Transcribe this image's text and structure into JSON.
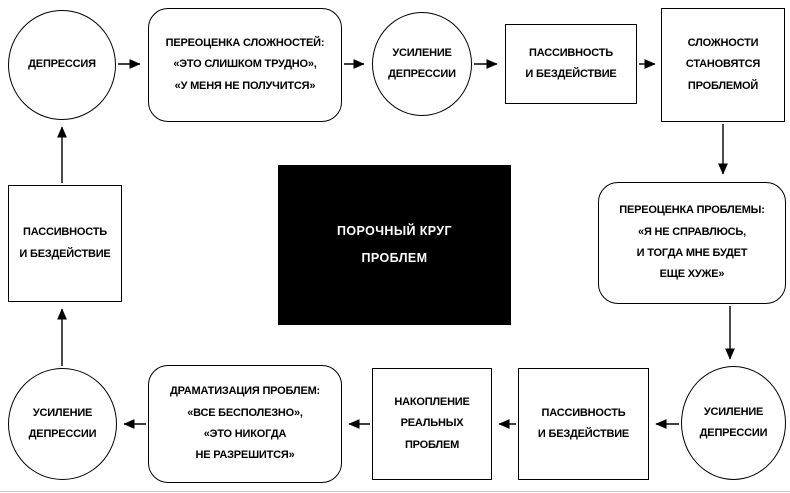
{
  "diagram_title": "Порочный круг проблем",
  "center_box": {
    "label": "ПОРОЧНЫЙ КРУГ\nПРОБЛЕМ",
    "bg_color": "#000000",
    "text_color": "#ffffff"
  },
  "nodes": [
    {
      "id": "depression",
      "shape": "circle",
      "label": "ДЕПРЕССИЯ"
    },
    {
      "id": "reassessment-of-difficulties",
      "shape": "rounded",
      "label": "ПЕРЕОЦЕНКА СЛОЖНОСТЕЙ:\n«ЭТО СЛИШКОМ ТРУДНО»,\n«У МЕНЯ НЕ ПОЛУЧИТСЯ»"
    },
    {
      "id": "depression-intensify-top",
      "shape": "circle",
      "label": "УСИЛЕНИЕ\nДЕПРЕССИИ"
    },
    {
      "id": "passivity-top",
      "shape": "rect",
      "label": "ПАССИВНОСТЬ\nИ БЕЗДЕЙСТВИЕ"
    },
    {
      "id": "difficulties-become-problem",
      "shape": "rect",
      "label": "СЛОЖНОСТИ\nСТАНОВЯТСЯ\nПРОБЛЕМОЙ"
    },
    {
      "id": "problem-reassessment",
      "shape": "rounded",
      "label": "ПЕРЕОЦЕНКА ПРОБЛЕМЫ:\n«Я НЕ СПРАВЛЮСЬ,\nИ ТОГДА МНЕ БУДЕТ\nЕЩЕ ХУЖЕ»"
    },
    {
      "id": "depression-intensify-right",
      "shape": "circle",
      "label": "УСИЛЕНИЕ\nДЕПРЕССИИ"
    },
    {
      "id": "passivity-bottom",
      "shape": "rect",
      "label": "ПАССИВНОСТЬ\nИ БЕЗДЕЙСТВИЕ"
    },
    {
      "id": "real-problems-accumulation",
      "shape": "rect",
      "label": "НАКОПЛЕНИЕ\nРЕАЛЬНЫХ\nПРОБЛЕМ"
    },
    {
      "id": "problems-dramatization",
      "shape": "rounded",
      "label": "ДРАМАТИЗАЦИЯ ПРОБЛЕМ:\n«ВСЕ БЕСПОЛЕЗНО»,\n«ЭТО НИКОГДА\nНЕ РАЗРЕШИТСЯ»"
    },
    {
      "id": "depression-intensify-left",
      "shape": "circle",
      "label": "УСИЛЕНИЕ\nДЕПРЕССИИ"
    },
    {
      "id": "passivity-left",
      "shape": "rect",
      "label": "ПАССИВНОСТЬ\nИ БЕЗДЕЙСТВИЕ"
    }
  ],
  "edges": [
    "depression -> reassessment-of-difficulties",
    "reassessment-of-difficulties -> depression-intensify-top",
    "depression-intensify-top -> passivity-top",
    "passivity-top -> difficulties-become-problem",
    "difficulties-become-problem -> problem-reassessment",
    "problem-reassessment -> depression-intensify-right",
    "depression-intensify-right -> passivity-bottom",
    "passivity-bottom -> real-problems-accumulation",
    "real-problems-accumulation -> problems-dramatization",
    "problems-dramatization -> depression-intensify-left",
    "depression-intensify-left -> passivity-left",
    "passivity-left -> depression"
  ]
}
